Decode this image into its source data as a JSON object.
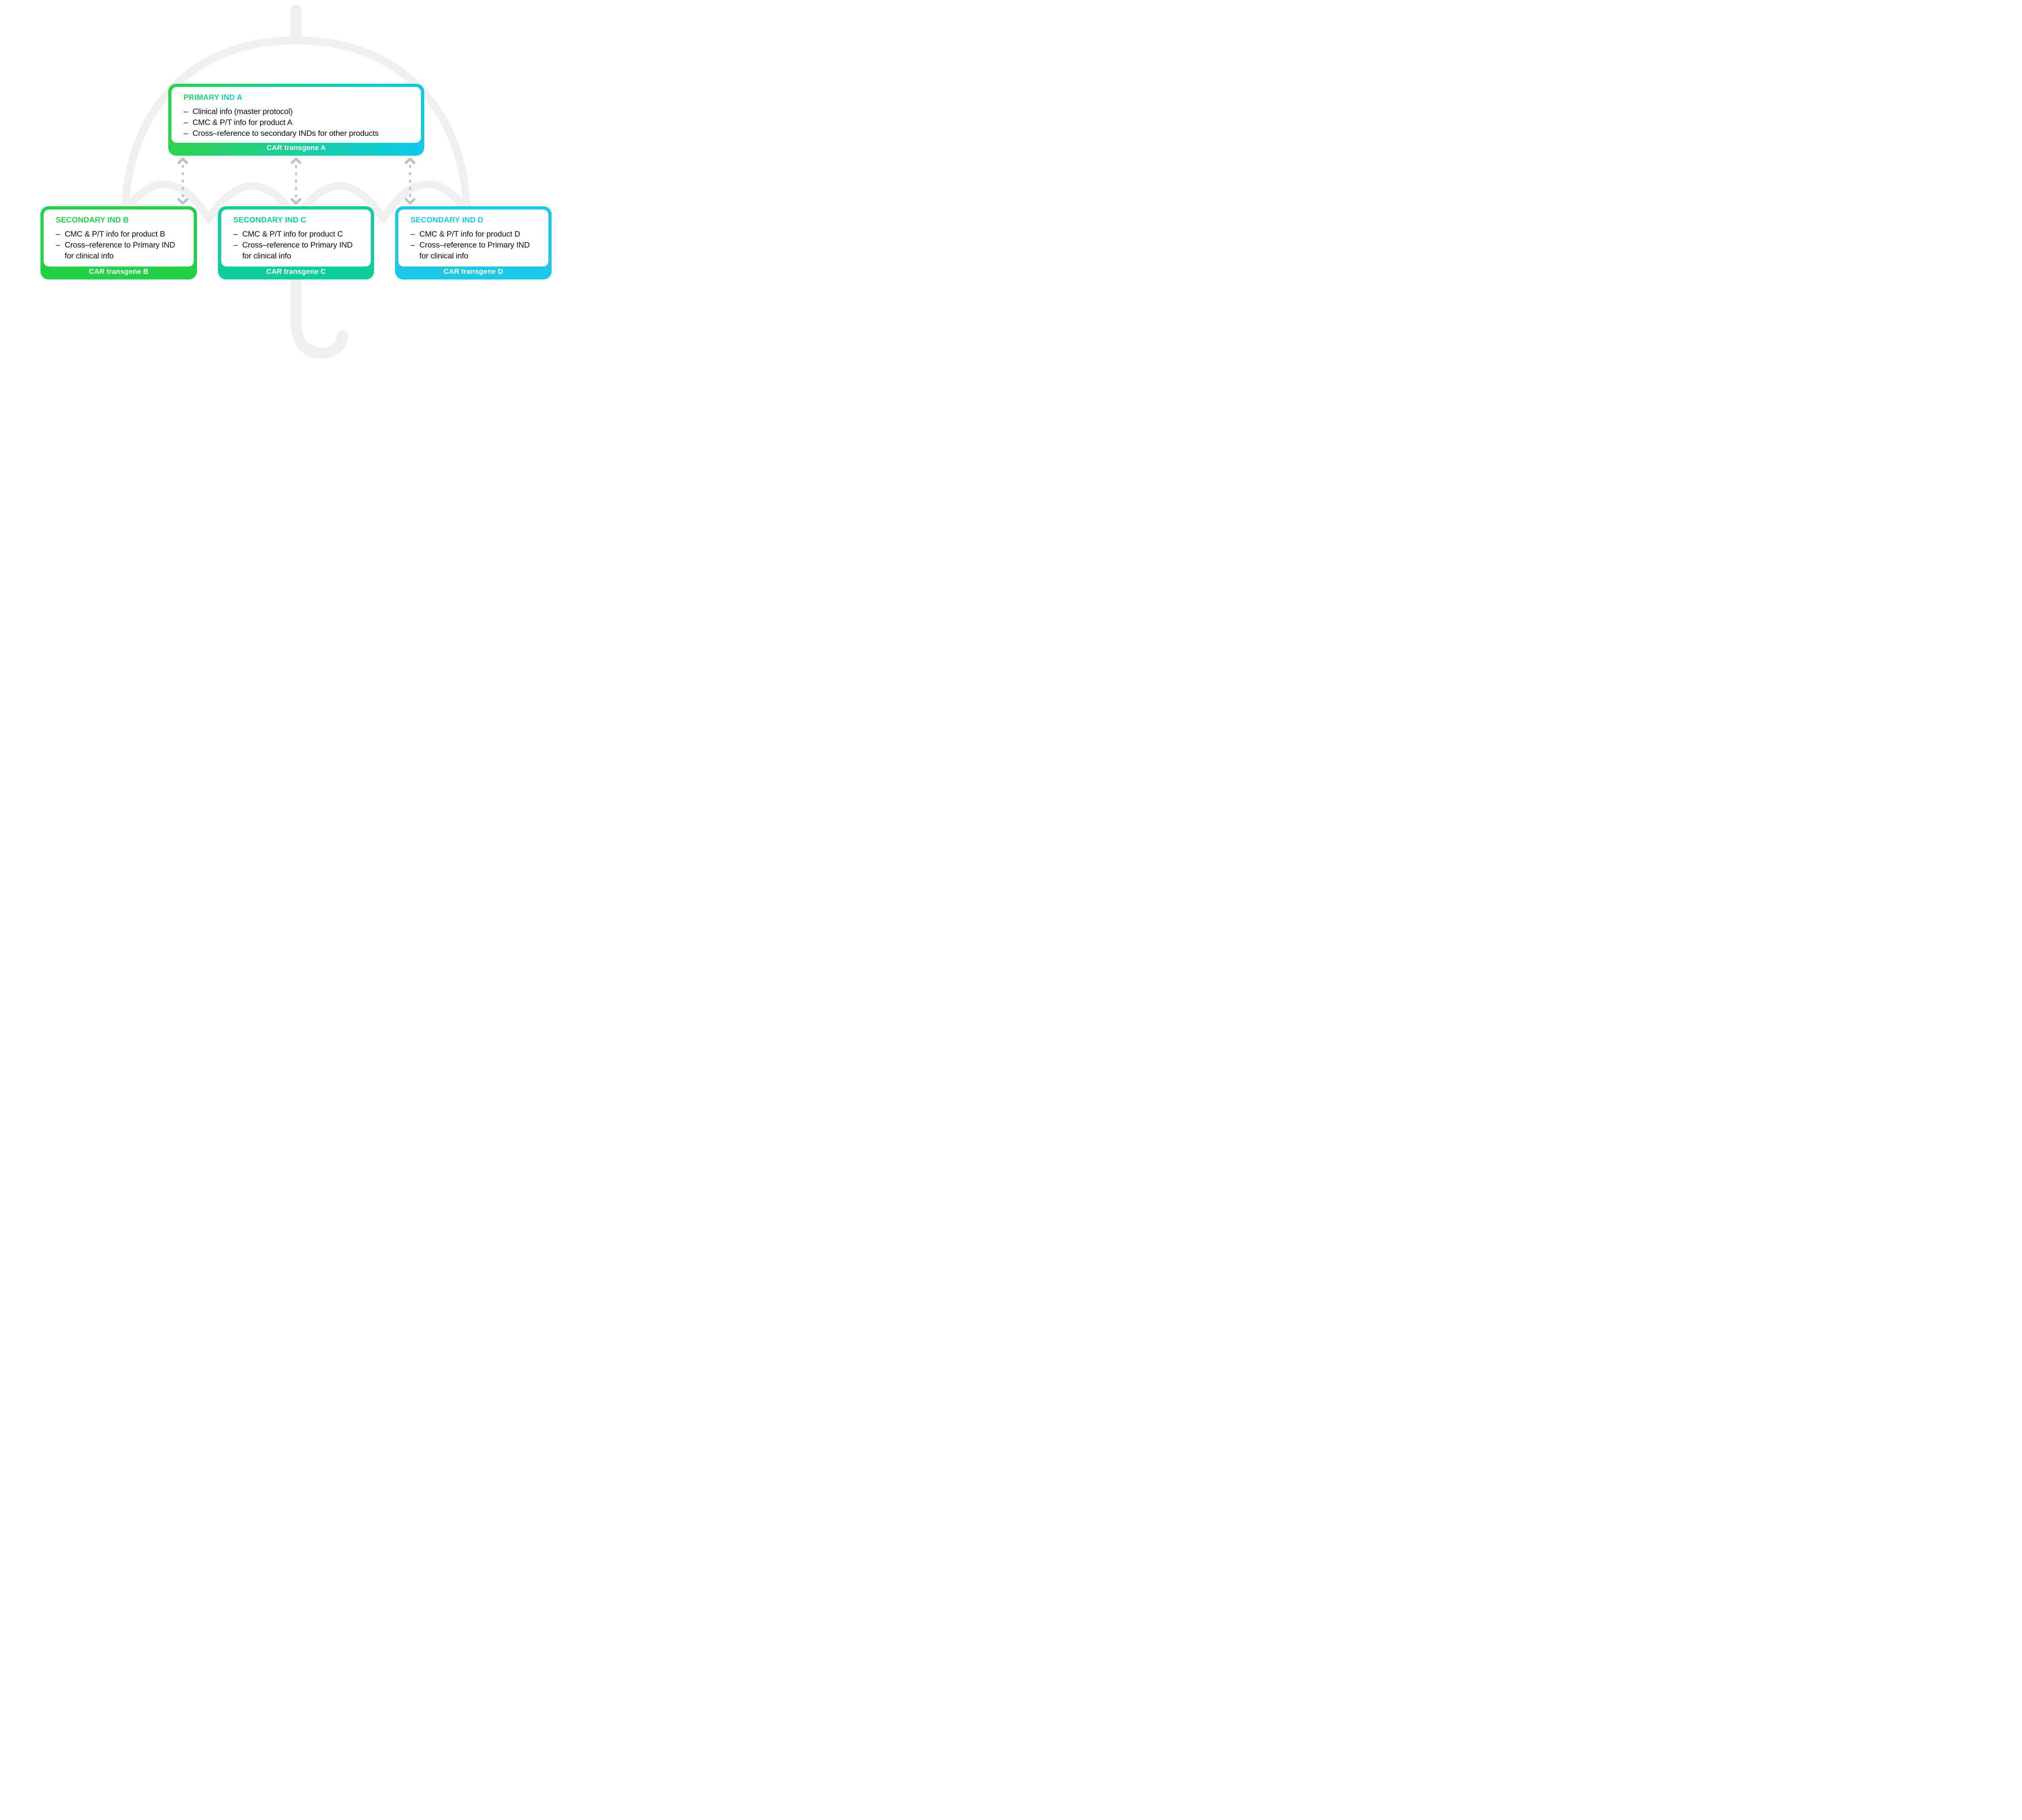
{
  "canvas": {
    "background_color": "#ffffff"
  },
  "watermark": {
    "icon": "umbrella-icon",
    "color": "#eeefef"
  },
  "arrows": {
    "icon": "dotted-double-arrow-icon",
    "color": "#bcc3c7",
    "count": 3
  },
  "bullet_marker": "–",
  "primary_card": {
    "title": "PRIMARY IND A",
    "bullets": [
      "Clinical info (master protocol)",
      "CMC & P/T info for product A",
      "Cross–reference to secondary INDs for other products"
    ],
    "footer": "CAR transgene A",
    "color_start": "#2bd24a",
    "color_end": "#0bcaec"
  },
  "secondary_cards": [
    {
      "title": "SECONDARY IND B",
      "bullets": [
        "CMC & P/T info for product B",
        "Cross–reference to Primary IND\nfor clinical info"
      ],
      "footer": "CAR transgene B",
      "color": "#21d148"
    },
    {
      "title": "SECONDARY IND C",
      "bullets": [
        "CMC & P/T info for product C",
        "Cross–reference to Primary IND\nfor clinical info"
      ],
      "footer": "CAR transgene C",
      "color": "#0ecf9b"
    },
    {
      "title": "SECONDARY IND D",
      "bullets": [
        "CMC & P/T info for product D",
        "Cross–reference to Primary IND\nfor clinical info"
      ],
      "footer": "CAR transgene D",
      "color": "#1bc8e6"
    }
  ]
}
